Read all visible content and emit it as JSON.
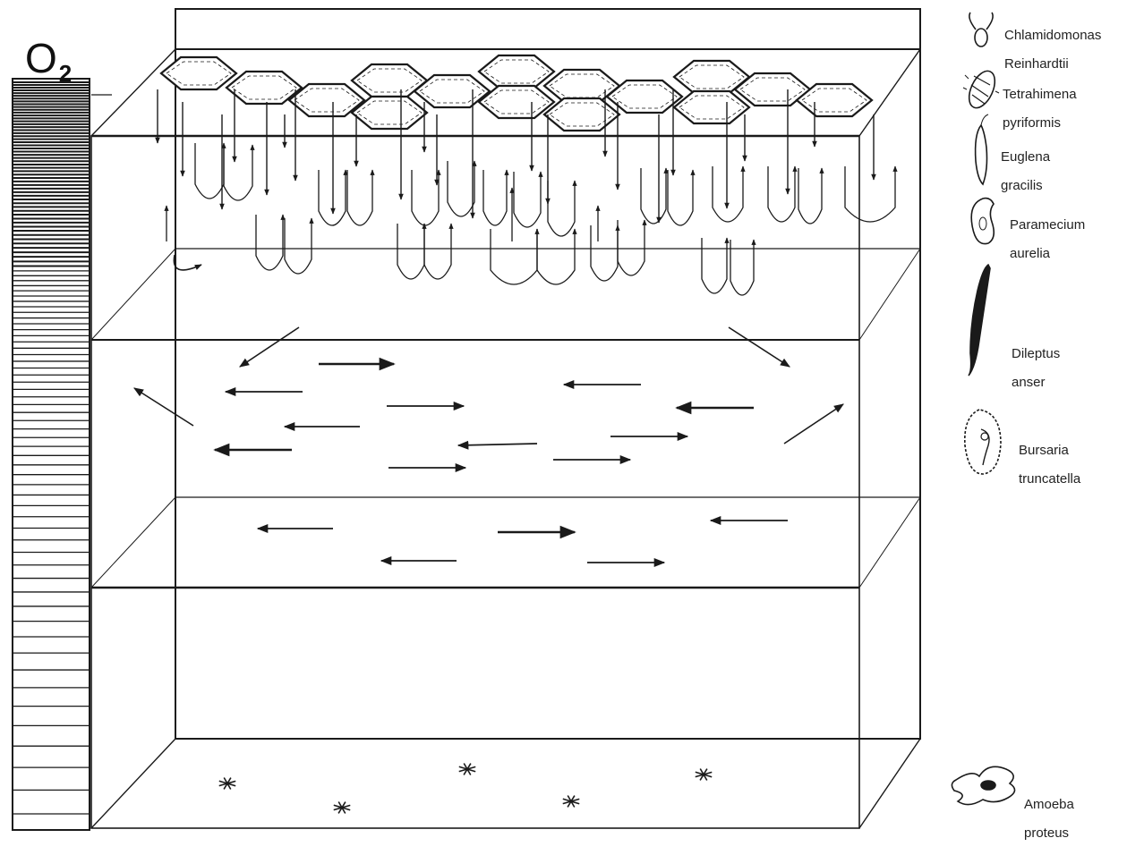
{
  "oxygen": {
    "symbol": "O",
    "subscript": "2"
  },
  "species": [
    {
      "name": "chlamidomonas",
      "lines": [
        "Chlamidomonas",
        "Reinhardtii"
      ],
      "icon": "chlamydomonas-icon"
    },
    {
      "name": "tetrahimena",
      "lines": [
        "Tetrahimena",
        "pyriformis"
      ],
      "icon": "tetrahymena-icon"
    },
    {
      "name": "euglena",
      "lines": [
        "Euglena",
        "gracilis"
      ],
      "icon": "euglena-icon"
    },
    {
      "name": "paramecium",
      "lines": [
        "Paramecium",
        "aurelia"
      ],
      "icon": "paramecium-icon"
    },
    {
      "name": "dileptus",
      "lines": [
        "Dileptus",
        "anser"
      ],
      "icon": "dileptus-icon"
    },
    {
      "name": "bursaria",
      "lines": [
        "Bursaria",
        "truncatella"
      ],
      "icon": "bursaria-icon"
    },
    {
      "name": "amoeba",
      "lines": [
        "Amoeba",
        "proteus"
      ],
      "icon": "amoeba-icon"
    }
  ],
  "colors": {
    "line": "#1a1a1a",
    "background": "#ffffff"
  }
}
